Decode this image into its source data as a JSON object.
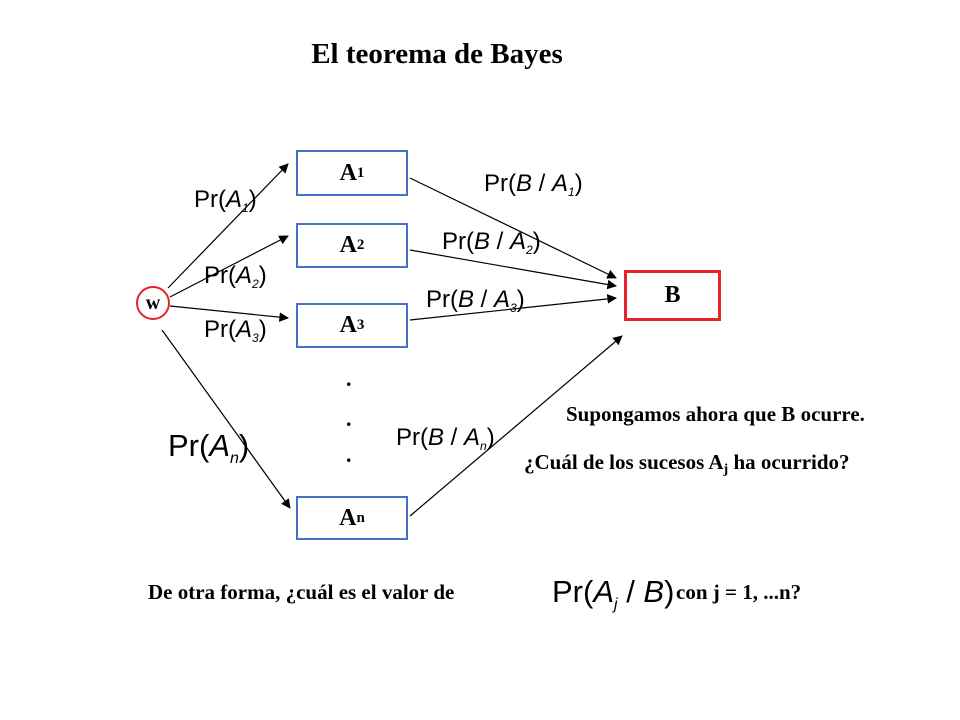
{
  "title": "El teorema de Bayes",
  "root": {
    "label": "w"
  },
  "events": [
    {
      "base": "A",
      "sub": "1"
    },
    {
      "base": "A",
      "sub": "2"
    },
    {
      "base": "A",
      "sub": "3"
    },
    {
      "base": "A",
      "sub": "n"
    }
  ],
  "target": {
    "label": "B"
  },
  "ellipsis": [
    ".",
    ".",
    "."
  ],
  "prior_labels": [
    {
      "pre": "Pr(",
      "var": "A",
      "sub": "1",
      "post": ")"
    },
    {
      "pre": "Pr(",
      "var": "A",
      "sub": "2",
      "post": ")"
    },
    {
      "pre": "Pr(",
      "var": "A",
      "sub": "3",
      "post": ")"
    },
    {
      "pre": "Pr(",
      "var": "A",
      "sub": "n",
      "post": ")"
    }
  ],
  "likelihood_labels": [
    {
      "pre": "Pr(",
      "var": "B",
      "mid": " / ",
      "var2": "A",
      "sub": "1",
      "post": ")"
    },
    {
      "pre": "Pr(",
      "var": "B",
      "mid": " / ",
      "var2": "A",
      "sub": "2",
      "post": ")"
    },
    {
      "pre": "Pr(",
      "var": "B",
      "mid": " / ",
      "var2": "A",
      "sub": "3",
      "post": ")"
    },
    {
      "pre": "Pr(",
      "var": "B",
      "mid": " / ",
      "var2": "A",
      "sub": "n",
      "post": ")"
    }
  ],
  "text": {
    "line1": "Supongamos ahora que B ocurre.",
    "line2_pre": "¿Cuál de los sucesos A",
    "line2_sub": "j",
    "line2_post": " ha ocurrido?",
    "line3_pre": "De otra forma, ¿cuál es el valor de",
    "line3_post": "con j = 1, ...n?"
  },
  "question_formula": {
    "pre": "Pr(",
    "var": "A",
    "sub": "j",
    "mid": " / ",
    "var2": "B",
    "post": ")"
  },
  "colors": {
    "node_border": "#4472c4",
    "accent_border": "#e8222a",
    "edge": "#000000"
  }
}
